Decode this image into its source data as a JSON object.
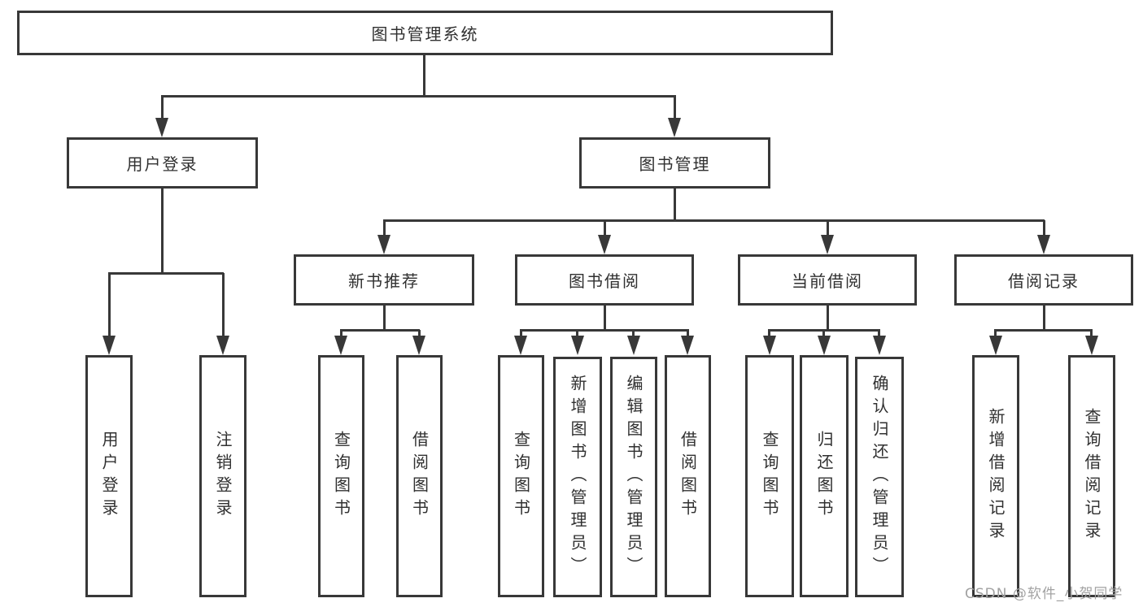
{
  "colors": {
    "line": "#383838",
    "text": "#303030",
    "bg": "#ffffff",
    "wm": "#a2a2a2"
  },
  "diagram": {
    "root": {
      "label": "图书管理系统"
    },
    "branches": [
      {
        "label": "用户登录",
        "children": [
          {
            "label": "用户登录"
          },
          {
            "label": "注销登录"
          }
        ]
      },
      {
        "label": "图书管理",
        "sections": [
          {
            "label": "新书推荐",
            "children": [
              {
                "label": "查询图书"
              },
              {
                "label": "借阅图书"
              }
            ]
          },
          {
            "label": "图书借阅",
            "children": [
              {
                "label": "查询图书"
              },
              {
                "label": "新增图书（管理员）"
              },
              {
                "label": "编辑图书（管理员）"
              },
              {
                "label": "借阅图书"
              }
            ]
          },
          {
            "label": "当前借阅",
            "children": [
              {
                "label": "查询图书"
              },
              {
                "label": "归还图书"
              },
              {
                "label": "确认归还（管理员）"
              }
            ]
          },
          {
            "label": "借阅记录",
            "children": [
              {
                "label": "新增借阅记录"
              },
              {
                "label": "查询借阅记录"
              }
            ]
          }
        ]
      }
    ]
  },
  "watermark": {
    "text": "CSDN @软件_小贺同学"
  }
}
